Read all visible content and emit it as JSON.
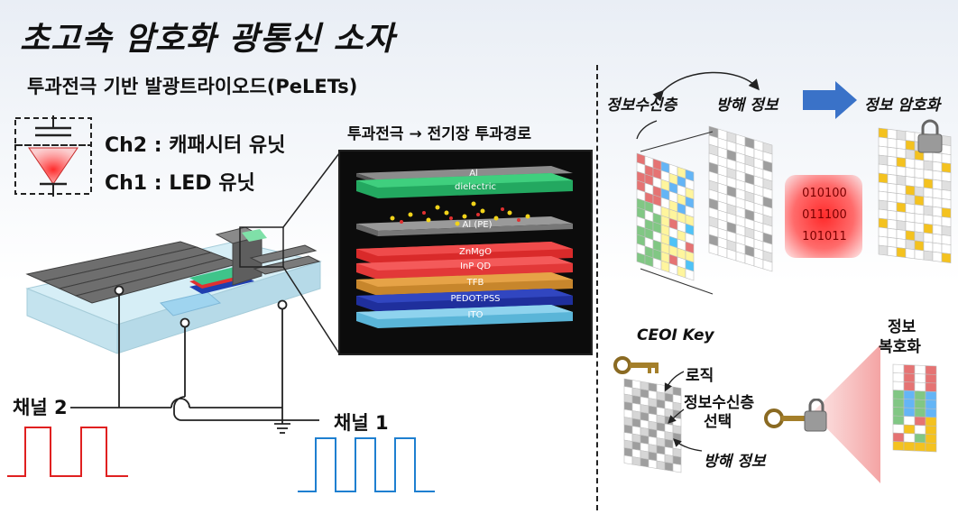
{
  "title": "초고속 암호화 광통신 소자",
  "subtitle": "투과전극 기반 발광트라이오드(PeLETs)",
  "legend": {
    "ch2": "Ch2 : 캐패시터 유닛",
    "ch1": "Ch1 : LED 유닛"
  },
  "inset": {
    "title": "투과전극 → 전기장 투과경로",
    "layers": [
      "Al",
      "dielectric",
      "Al (PE)",
      "ZnMgO",
      "InP QD",
      "TFB",
      "PEDOT:PSS",
      "ITO"
    ]
  },
  "channels": {
    "ch2": "채널 2",
    "ch1": "채널 1"
  },
  "right": {
    "info_layer": "정보수신층",
    "jamming": "방해 정보",
    "encryption": "정보 암호화",
    "binary": [
      "010100",
      "011100",
      "101011"
    ],
    "key_title": "CEOI Key",
    "logic": "로직",
    "info_select_1": "정보수신층",
    "info_select_2": "선택",
    "jamming2": "방해 정보",
    "decrypt_1": "정보",
    "decrypt_2": "복호화"
  },
  "colors": {
    "led_red": "#e53935",
    "signal_red": "#e02020",
    "signal_blue": "#1e7fd0",
    "arrow_blue": "#3a72c8",
    "cell_yellow": "#f4c21f",
    "cell_gray": "#9e9e9e"
  }
}
